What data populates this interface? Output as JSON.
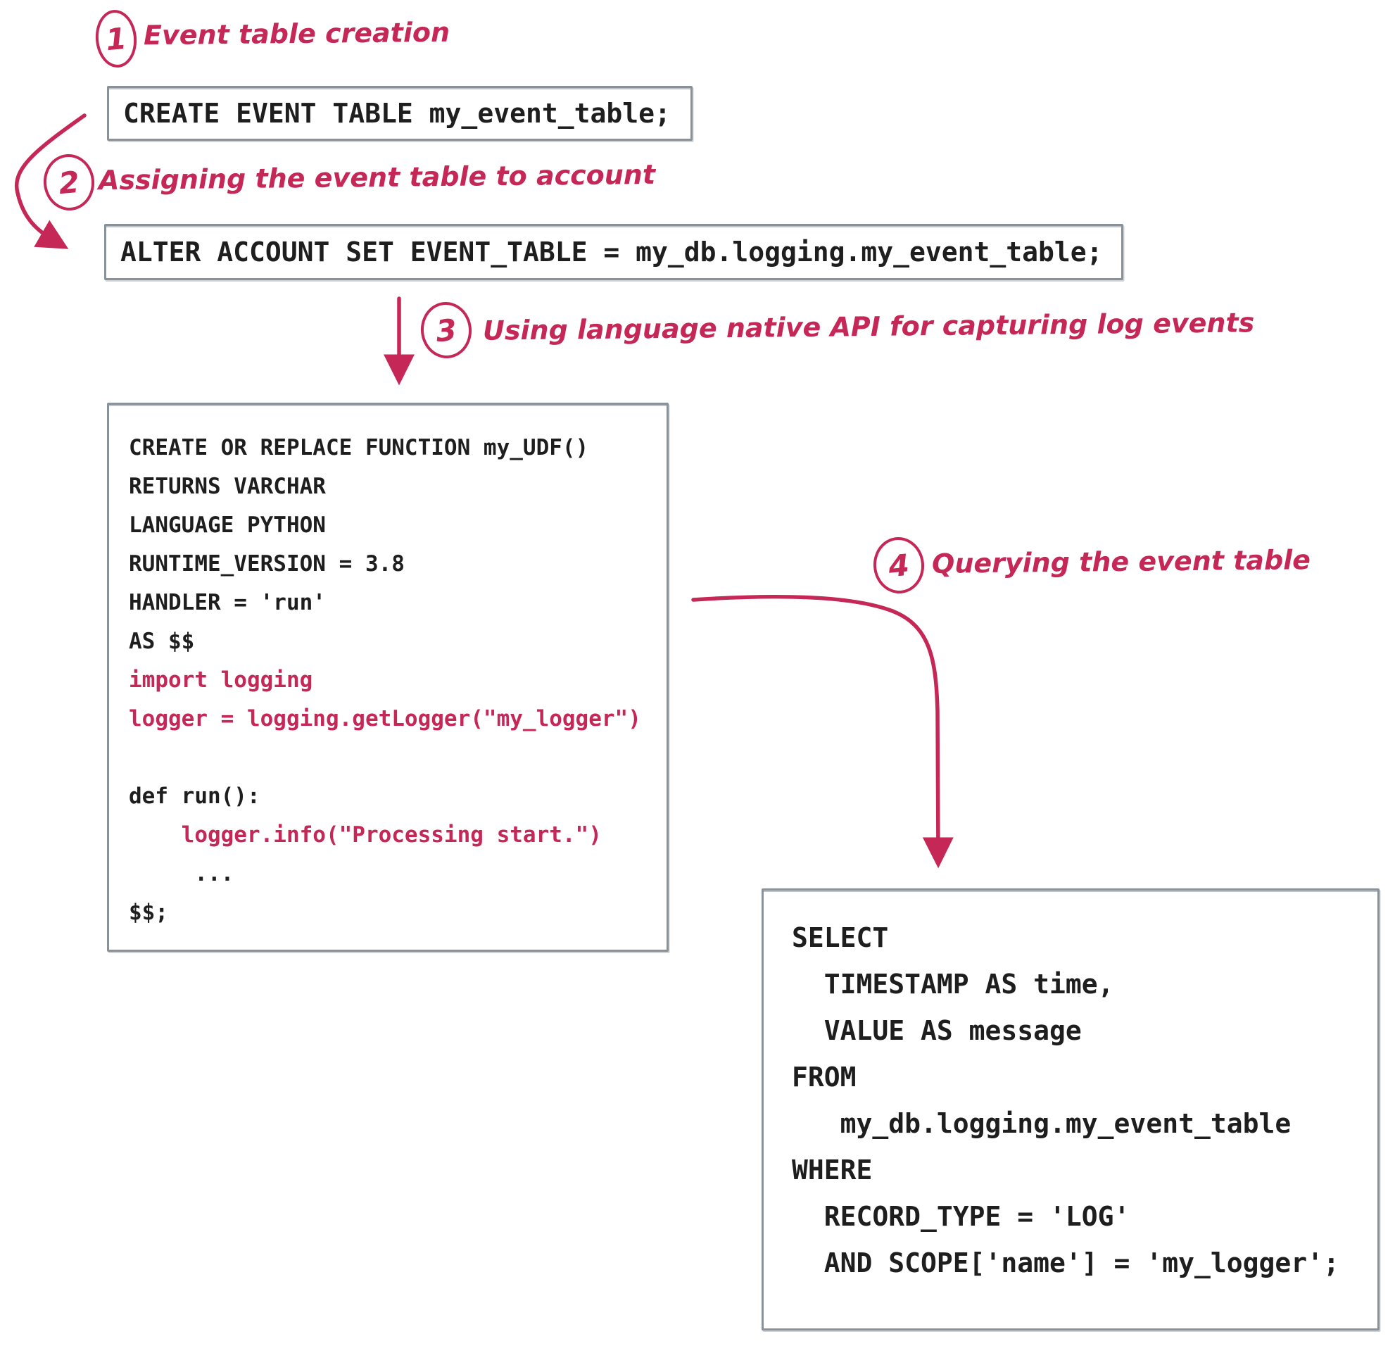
{
  "colors": {
    "accent": "#C52757",
    "box_border": "#8A9299",
    "code_text": "#1E1E1E"
  },
  "steps": [
    {
      "number": "1",
      "label": "Event table creation"
    },
    {
      "number": "2",
      "label": "Assigning the event table to account"
    },
    {
      "number": "3",
      "label": "Using language native API for capturing log events"
    },
    {
      "number": "4",
      "label": "Querying the event table"
    }
  ],
  "code_blocks": {
    "create_event_table": {
      "lines": [
        {
          "text": "CREATE EVENT TABLE my_event_table;",
          "color": "#1E1E1E"
        }
      ]
    },
    "alter_account": {
      "lines": [
        {
          "text": "ALTER ACCOUNT SET EVENT_TABLE = my_db.logging.my_event_table;",
          "color": "#1E1E1E"
        }
      ]
    },
    "python_udf": {
      "lines": [
        {
          "text": "CREATE OR REPLACE FUNCTION my_UDF()",
          "color": "#1E1E1E"
        },
        {
          "text": "RETURNS VARCHAR",
          "color": "#1E1E1E"
        },
        {
          "text": "LANGUAGE PYTHON",
          "color": "#1E1E1E"
        },
        {
          "text": "RUNTIME_VERSION = 3.8",
          "color": "#1E1E1E"
        },
        {
          "text": "HANDLER = 'run'",
          "color": "#1E1E1E"
        },
        {
          "text": "AS $$",
          "color": "#1E1E1E"
        },
        {
          "text": "import logging",
          "color": "#C52757"
        },
        {
          "text": "logger = logging.getLogger(\"my_logger\")",
          "color": "#C52757"
        },
        {
          "text": "",
          "color": "#1E1E1E"
        },
        {
          "text": "def run():",
          "color": "#1E1E1E"
        },
        {
          "text": "    logger.info(\"Processing start.\")",
          "color": "#C52757"
        },
        {
          "text": "     ...",
          "color": "#1E1E1E"
        },
        {
          "text": "$$;",
          "color": "#1E1E1E"
        }
      ]
    },
    "query_event_table": {
      "lines": [
        {
          "text": "SELECT",
          "color": "#1E1E1E"
        },
        {
          "text": "  TIMESTAMP AS time,",
          "color": "#1E1E1E"
        },
        {
          "text": "  VALUE AS message",
          "color": "#1E1E1E"
        },
        {
          "text": "FROM",
          "color": "#1E1E1E"
        },
        {
          "text": "   my_db.logging.my_event_table",
          "color": "#1E1E1E"
        },
        {
          "text": "WHERE",
          "color": "#1E1E1E"
        },
        {
          "text": "  RECORD_TYPE = 'LOG'",
          "color": "#1E1E1E"
        },
        {
          "text": "  AND SCOPE['name'] = 'my_logger';",
          "color": "#1E1E1E"
        }
      ]
    }
  }
}
